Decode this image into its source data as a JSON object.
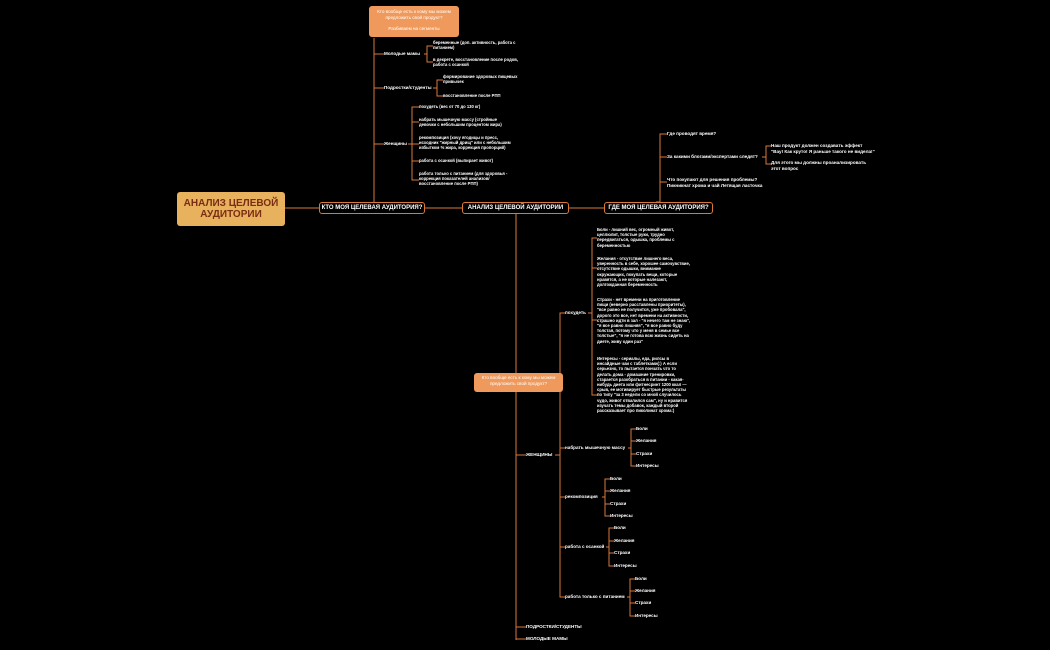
{
  "root": "АНАЛИЗ ЦЕЛЕВОЙ\nАУДИТОРИИ",
  "topics": {
    "who": "КТО МОЯ ЦЕЛЕВАЯ АУДИТОРИЯ?",
    "analysis": "АНАЛИЗ ЦЕЛЕВОЙ АУДИТОРИИ",
    "where": "ГДЕ МОЯ ЦЕЛЕВАЯ АУДИТОРИЯ?"
  },
  "note_top": "Кто вообще есть к кому мы можем\nпредложить свой продукт?\n\nРазбиваем на сегменты",
  "note_mid": "Кто вообще есть к кому мы можем\nпредложить свой продукт?",
  "who": {
    "young_moms": "Молодые мамы",
    "pregnant": "беременные (доп. активность, работа с\nпитанием)",
    "maternity": "в декрете, восстановление после родов,\nработа с осанкой",
    "teens": "Подростки/студенты",
    "healthy_habits": "формирование здоровых пищевых\nпривычек",
    "rpp": "восстановление после РПП",
    "women": "Женщины",
    "w1": "похудеть (вес от 70 до 130 кг)",
    "w2": "набрать мышечную массу (стройные\nдевочки с небольшим процентом жира)",
    "w3": "рекомпозиция (хочу ягодицы и пресс,\nисходник \"жирный дрищ\" или с небольшим\nизбытком % жира, коррекция пропорций)",
    "w4": "работа с осанкой (выпирает живот)",
    "w5": "работа только с питанием (для здоровья -\nкоррекция показателей анализов/\nвосстановление после РПП)"
  },
  "where": {
    "q1": "Где проводят время?",
    "q2": "За какими блогами/экспертами следят?",
    "a2a": "Наш продукт должен создавать эффект\n\"Вау! Как круто! Я раньше такого не видела!\"",
    "a2b": "Для этого мы должны проанализировать\nэтот вопрос",
    "q3": "Что покупают для решения проблемы?\nПикникнат хрома и чай Летящая ласточка"
  },
  "analysis": {
    "women": "ЖЕНЩИНЫ",
    "lose": "похудеть",
    "pains_text": "Боли - лишний вес, огромный живот,\nцеллюлит, толстые руки, трудно\nпередвигаться, одышка, проблемы с\nбеременностью",
    "desires_text": "Желания - отсутствие лишнего веса,\nуверенность в себе, хорошее самочувствие,\nотсутствие одышки, внимание\nокружающих, покупать вещи, которые\nнравятся, а не которые налезают,\nдолгожданная беременность",
    "fears_text": "Страхи - нет времени на приготовление\nпищи (неверно расставлены приоритеты),\n\"все равно не получится, уже пробовала\",\nдорого это все, нет времени на активности,\nстрашно идти в зал - \"я нечего там не знаю\",\n\"я все равно лишняя\", \"я все равно буду\nтолстая, потому что у меня в семье все\nтолстые\", \"я не готова всю жизнь сидеть на\nдиете, живу один раз\"",
    "interests_text": "Интересы - сериалы, еда, рилсы в\nинсайдные чаи с таблетками(:) А если\nсерьезно, то пытается пончать что то\nделать дома - домашние тренировки,\nстарается разобраться в питании - какая-\nнибудь диета или фитнесринт 1200 ккал —\nсрыв, ее мотивирует быстрые результаты\nпо типу \"за 3 недели со мной случилось\nчудо, живот отвалился сам\", ну и нравится\nизучать темы добавок, каждый второй\nрассказывает про пиколинат хрома:)",
    "gain": "набрать мышечную массу",
    "recomp": "рекомпозиция",
    "posture": "работа с осанкой",
    "nutrition": "работа только с питанием",
    "pains": "Боли",
    "desires": "Желания",
    "fears": "Страхи",
    "interests": "Интересы",
    "teens": "ПОДРОСТКИ/СТУДЕНТЫ",
    "young_moms": "МОЛОДЫЕ МАМЫ"
  }
}
